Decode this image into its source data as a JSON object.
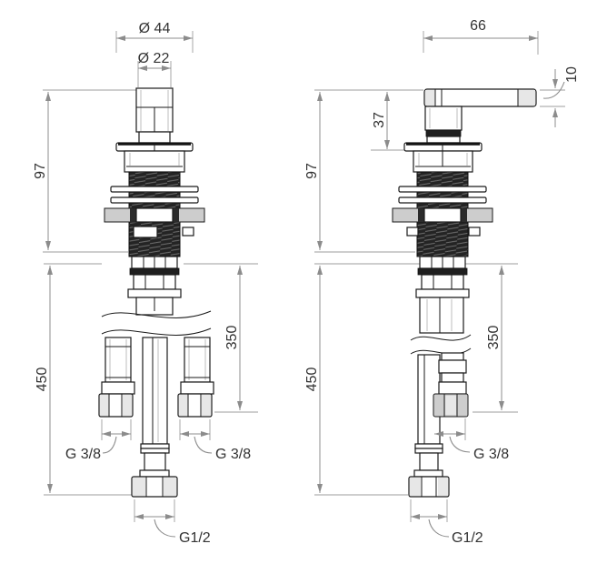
{
  "drawing": {
    "type": "technical-installation-drawing",
    "subject": "two deck-mounted tap valve components with supply connections",
    "background": "#ffffff"
  },
  "colors": {
    "outline": "#1a1a1a",
    "thread_fill": "#242424",
    "dimension_lines": "#8c8c8c",
    "dimension_text": "#333333",
    "nut_fill": "#cdcdcd"
  },
  "figures": {
    "left": {
      "name": "spout valve body with two flexible supply hoses",
      "dims": {
        "dia44": "Ø 44",
        "dia22": "Ø 22",
        "h97": "97",
        "h450": "450",
        "h350": "350",
        "g38_left": "G 3/8",
        "g38_right": "G 3/8",
        "g12": "G1/2"
      }
    },
    "right": {
      "name": "lever handle valve body with supply hose",
      "dims": {
        "w66": "66",
        "t10": "10",
        "h37": "37",
        "h97": "97",
        "h450": "450",
        "h350": "350",
        "g38": "G 3/8",
        "g12": "G1/2"
      }
    }
  }
}
